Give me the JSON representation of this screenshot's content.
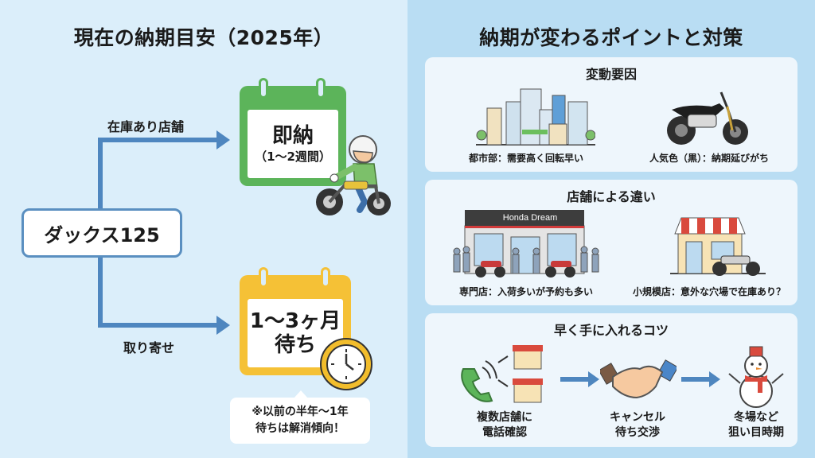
{
  "left_panel": {
    "title": "現在の納期目安（2025年）",
    "model": "ダックス125",
    "branches": [
      {
        "label": "在庫あり店舗",
        "result_main": "即納",
        "result_sub": "（1〜2週間）",
        "calendar_color": "#5cb45a",
        "icon": "rider-on-motorcycle-icon"
      },
      {
        "label": "取り寄せ",
        "result_main_line1": "1〜3ヶ月",
        "result_main_line2": "待ち",
        "calendar_color": "#f5c136",
        "icon": "clock-icon"
      }
    ],
    "note_line1": "※以前の半年〜1年",
    "note_line2": "待ちは解消傾向！"
  },
  "right_panel": {
    "title": "納期が変わるポイントと対策",
    "sections": [
      {
        "title": "変動要因",
        "items": [
          {
            "icon": "city-buildings-icon",
            "caption": "都市部：需要高く回転早い"
          },
          {
            "icon": "black-motorcycle-icon",
            "caption": "人気色（黒）：納期延びがち"
          }
        ]
      },
      {
        "title": "店舗による違い",
        "items": [
          {
            "icon": "dealer-store-icon",
            "sign": "Honda Dream",
            "caption": "専門店：入荷多いが予約も多い"
          },
          {
            "icon": "small-shop-icon",
            "caption": "小規模店：意外な穴場で在庫あり？"
          }
        ]
      },
      {
        "title": "早く手に入れるコツ",
        "steps": [
          {
            "icon": "phone-call-shops-icon",
            "line1": "複数店舗に",
            "line2": "電話確認"
          },
          {
            "icon": "handshake-icon",
            "line1": "キャンセル",
            "line2": "待ち交渉"
          },
          {
            "icon": "snowman-icon",
            "line1": "冬場など",
            "line2": "狙い目時期"
          }
        ]
      }
    ]
  },
  "colors": {
    "left_bg": "#dbeefa",
    "right_bg": "#b9ddf3",
    "card_bg": "#eef6fc",
    "arrow": "#4e86bf",
    "green": "#5cb45a",
    "yellow": "#f5c136"
  }
}
